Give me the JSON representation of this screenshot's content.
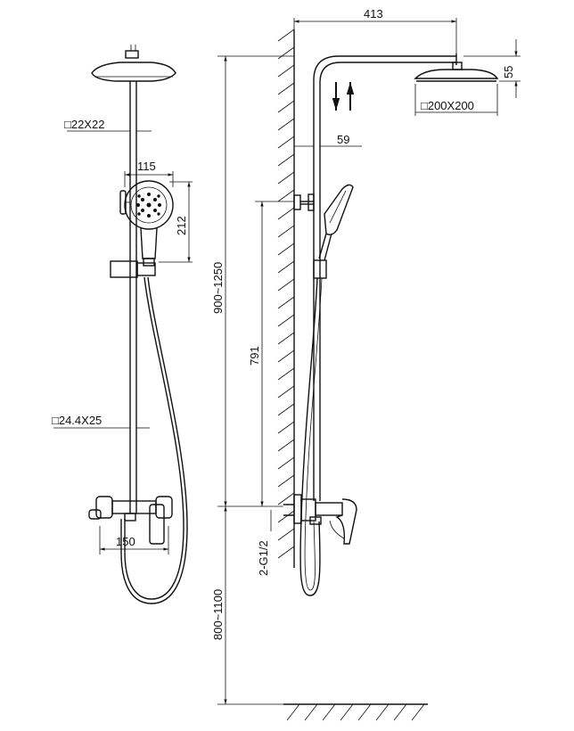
{
  "drawing": {
    "front_view": {
      "pipe_upper_size": "□22X22",
      "pipe_lower_size": "□24.4X25",
      "hand_shower_width": "115",
      "hand_shower_height": "212",
      "mixer_width": "150"
    },
    "side_view": {
      "arm_length": "413",
      "head_height": "55",
      "head_size": "□200X200",
      "holder_offset": "59",
      "mixer_to_holder": "791",
      "total_height": "900~1250",
      "floor_to_mixer": "800~1100",
      "inlet": "2-G1/2"
    }
  }
}
